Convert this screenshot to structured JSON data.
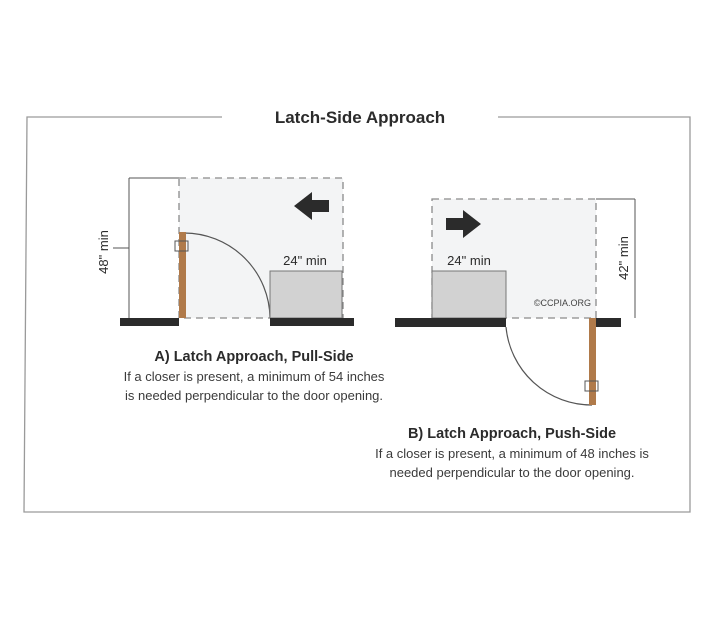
{
  "title": "Latch-Side Approach",
  "diagram_a": {
    "caption_title": "A) Latch Approach, Pull-Side",
    "caption_line1": "If a closer is present, a minimum of 54 inches",
    "caption_line2": "is needed perpendicular to the door opening.",
    "height_dim": "48\" min",
    "width_dim": "24\" min",
    "arrow": "arrow-left-icon"
  },
  "diagram_b": {
    "caption_title": "B) Latch Approach, Push-Side",
    "caption_line1": "If a closer is present, a minimum of 48 inches is",
    "caption_line2": "needed perpendicular to the door opening.",
    "height_dim": "42\" min",
    "width_dim": "24\" min",
    "credit": "©CCPIA.ORG",
    "arrow": "arrow-right-icon"
  },
  "colors": {
    "wall": "#2b2b2b",
    "door": "#b07a4a",
    "clear_space": "#f3f4f5",
    "obstruction": "#d2d2d2",
    "frame": "#9a9a9a"
  }
}
